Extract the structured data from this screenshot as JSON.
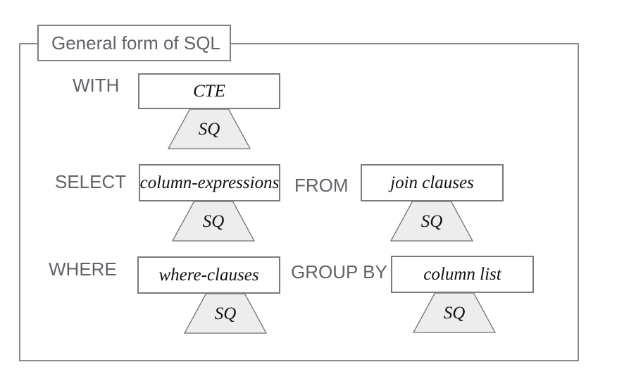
{
  "title": "General form of SQL",
  "colors": {
    "keyword_text": "#5f6368",
    "outer_border": "#8a8a8a",
    "box_border": "#7a7a7a",
    "trapezoid_fill": "#ededed",
    "trapezoid_stroke": "#6e6e6e",
    "operand_text": "#111111"
  },
  "clauses": [
    {
      "keyword": "WITH",
      "operand": "CTE",
      "sub": "SQ"
    },
    {
      "keyword": "SELECT",
      "operand": "column-expressions",
      "sub": "SQ"
    },
    {
      "keyword": "FROM",
      "operand": "join clauses",
      "sub": "SQ"
    },
    {
      "keyword": "WHERE",
      "operand": "where-clauses",
      "sub": "SQ"
    },
    {
      "keyword": "GROUP BY",
      "operand": "column list",
      "sub": "SQ"
    }
  ]
}
